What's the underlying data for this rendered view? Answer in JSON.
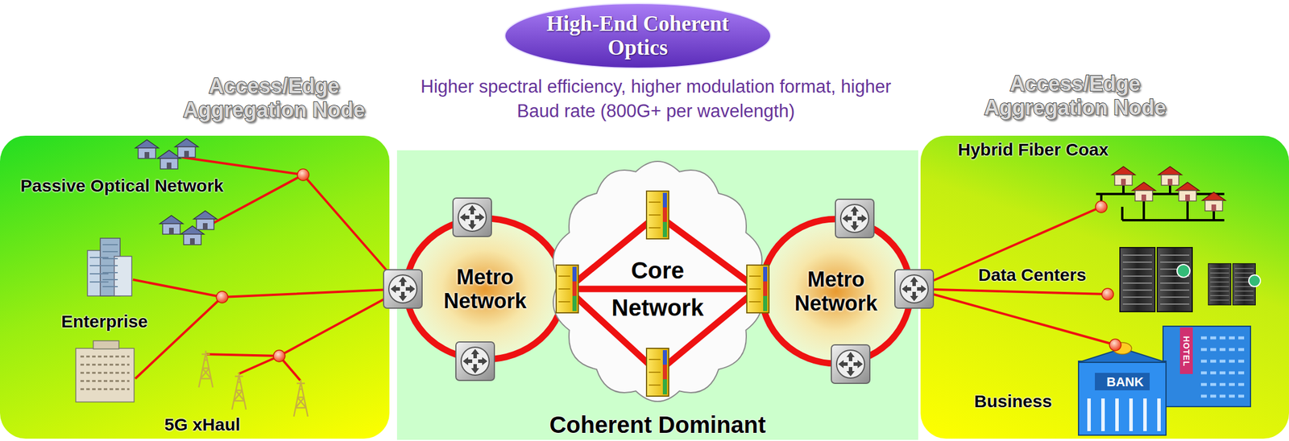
{
  "diagram": {
    "nodes": [
      {
        "text": [
          "High-End Coherent Optics"
        ]
      },
      {
        "text": [
          "Access/Edge Aggregation Node"
        ]
      },
      {
        "text": [
          "Coherent Dominant"
        ]
      },
      {
        "text": [
          "Metro Network"
        ],
        "in": 2
      },
      {
        "text": [
          "Core Network"
        ],
        "in": 2
      },
      {
        "text": [
          "Metro Network"
        ],
        "in": 2
      },
      {
        "text": [
          "Access/Edge Aggregation Node"
        ]
      }
    ],
    "labels": [
      "Higher spectral efficiency, higher modulation format, higher Baud rate (800G+ per wavelength)",
      "Passive Optical Network",
      "Enterprise",
      "5G xHaul",
      "Hybrid Fiber Coax",
      "Data Centers",
      "Business",
      "BANK",
      "HOTEL"
    ]
  }
}
